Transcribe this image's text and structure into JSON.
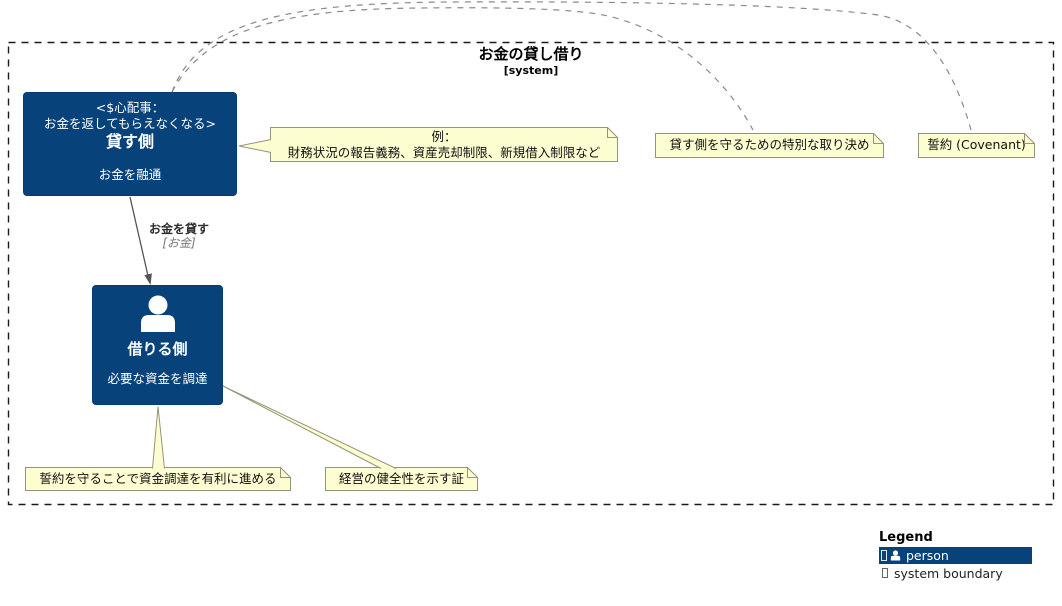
{
  "diagram": {
    "title": "お金の貸し借り",
    "subtitle": "[system]"
  },
  "lender": {
    "annotation_line1": "<$心配事：",
    "annotation_line2": "お金を返してもらえなくなる>",
    "name": "貸す側",
    "description": "お金を融通"
  },
  "borrower": {
    "name": "借りる側",
    "description": "必要な資金を調達"
  },
  "relationship": {
    "label": "お金を貸す",
    "technology": "[お金]"
  },
  "notes": {
    "example_line1": "例：",
    "example_line2": "財務状況の報告義務、資産売却制限、新規借入制限など",
    "special_agreement": "貸す側を守るための特別な取り決め",
    "covenant": "誓約 (Covenant)",
    "advantage": "誓約を守ることで資金調達を有利に進める",
    "proof": "経営の健全性を示す証"
  },
  "legend": {
    "title": "Legend",
    "person_label": "person",
    "system_boundary_label": "system boundary"
  },
  "colors": {
    "page_bg": "#ffffff",
    "person_fill": "#08427B",
    "person_border": "#073B6F",
    "note_fill": "#FDFDD2",
    "note_border": "#94947A",
    "boundary_stroke": "#1a1a1a",
    "curve_stroke": "#8a8a8a",
    "arrow_stroke": "#555555"
  }
}
